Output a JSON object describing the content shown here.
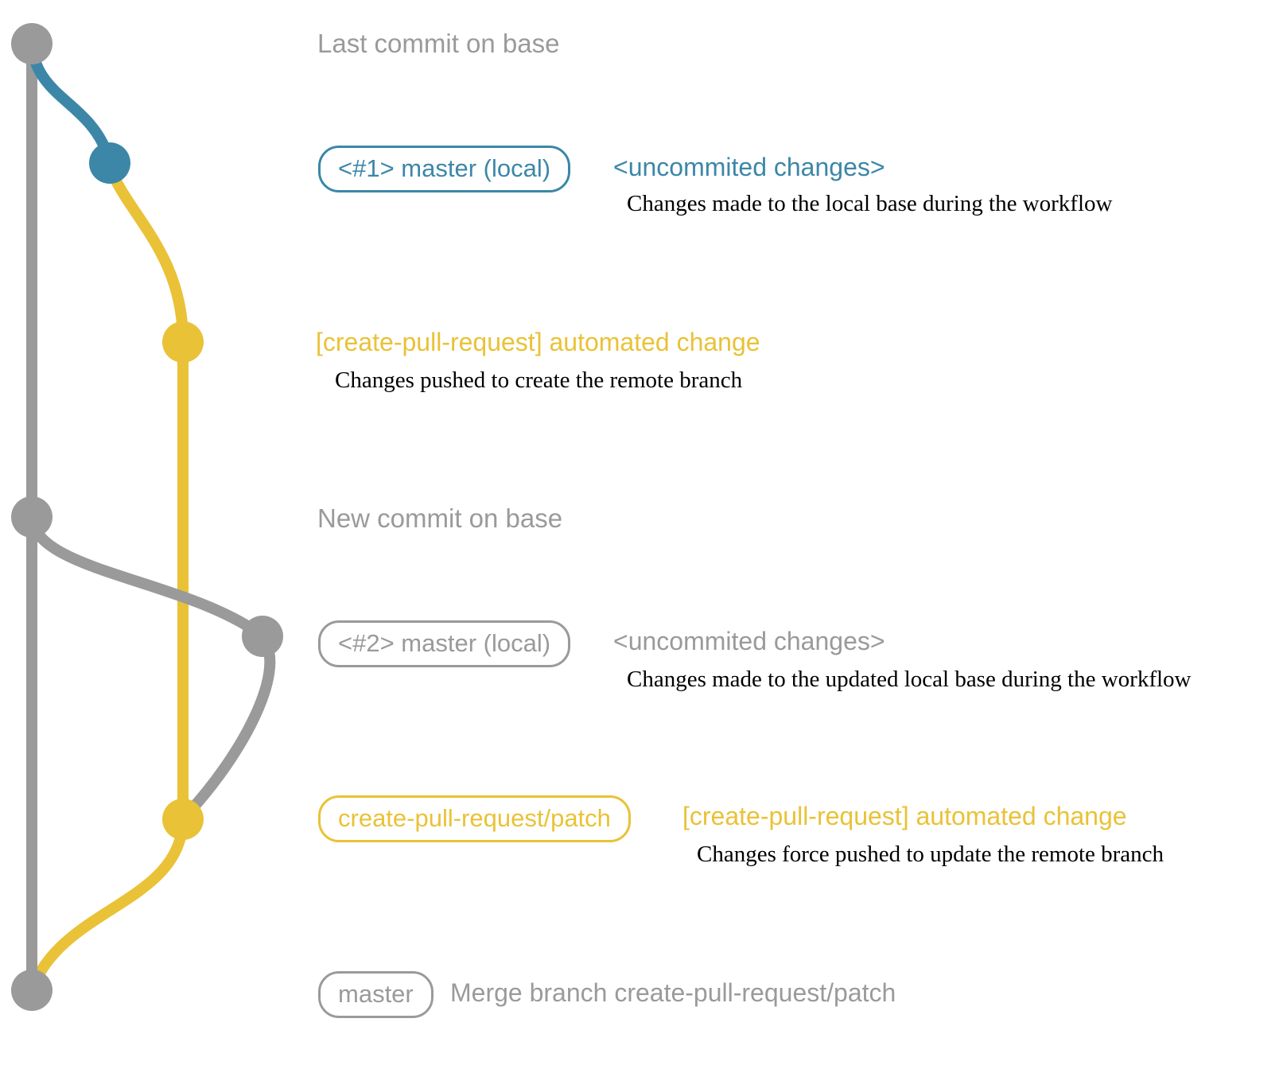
{
  "colors": {
    "base_gray": "#9a9a9a",
    "local_blue": "#3c87a8",
    "remote_yellow": "#e9c237",
    "desc_black": "#000000"
  },
  "diagram": {
    "last_commit_label": "Last commit on base",
    "new_commit_label": "New commit on base",
    "row1": {
      "badge": "<#1> master (local)",
      "title": "<uncommited changes>",
      "desc": "Changes made to the local base during the workflow"
    },
    "row2": {
      "title": "[create-pull-request] automated change",
      "desc": "Changes pushed to create the remote branch"
    },
    "row3": {
      "badge": "<#2> master (local)",
      "title": "<uncommited changes>",
      "desc": "Changes made to the updated local base during the workflow"
    },
    "row4": {
      "badge": "create-pull-request/patch",
      "title": "[create-pull-request] automated change",
      "desc": "Changes force pushed to update the remote branch"
    },
    "row5": {
      "badge": "master",
      "title": "Merge branch create-pull-request/patch"
    }
  }
}
